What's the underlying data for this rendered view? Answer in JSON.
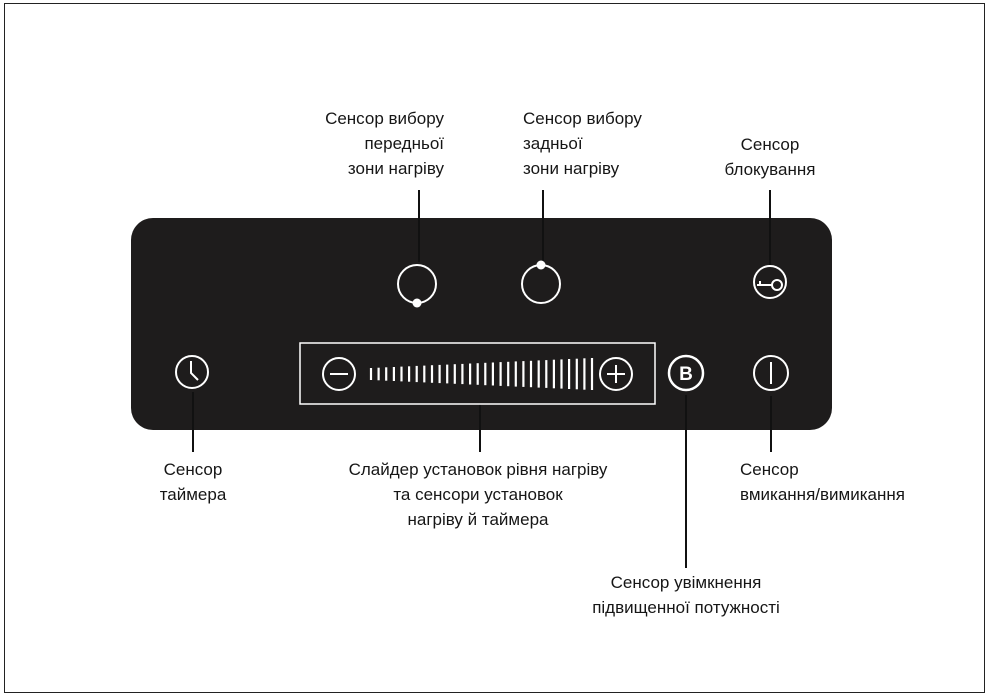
{
  "labels": {
    "front_zone": "Сенсор вибору\nпередньої\nзони нагріву",
    "rear_zone": "Сенсор вибору\nзадньої\nзони нагріву",
    "lock": "Сенсор\nблокування",
    "timer": "Сенсор\nтаймера",
    "slider": "Слайдер установок рівня нагріву\nта сенсори установок\nнагріву й таймера",
    "power": "Сенсор\nвмикання/вимикання",
    "boost": "Сенсор увімкнення\nпідвищенної потужності"
  },
  "boost_symbol": "B",
  "icons": [
    "front-zone-icon",
    "rear-zone-icon",
    "lock-key-icon",
    "clock-icon",
    "minus-icon",
    "plus-icon",
    "boost-icon",
    "power-icon"
  ],
  "colors": {
    "panel": "#1e1c1c",
    "symbols": "#ffffff",
    "lines": "#111111"
  }
}
